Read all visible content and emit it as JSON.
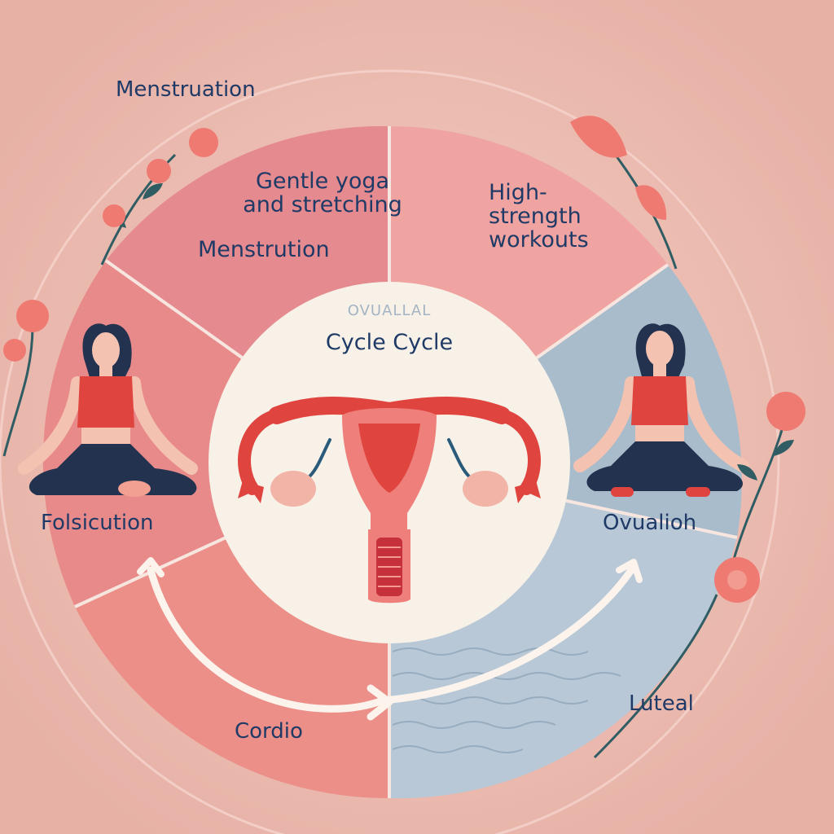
{
  "diagram": {
    "title_faded": "OVUALLAL",
    "title": "Cycle Cycle",
    "labels": {
      "menstruation_outer": "Menstruation",
      "menstruation_inner": "Menstrution",
      "follicular": "Folsicution",
      "ovulation": "Ovualioh",
      "luteal": "Luteal"
    },
    "activities": {
      "yoga_line1": "Gentle yoga",
      "yoga_line2": "and stretching",
      "strength_line1": "High-",
      "strength_line2": "strength",
      "strength_line3": "workouts",
      "cardio": "Cordio"
    },
    "colors": {
      "background": "#ebb9ae",
      "pink_top": "#e58a8e",
      "pink_light": "#f0a4a2",
      "pink_left": "#e98a8a",
      "pink_bottom": "#ec8f88",
      "blue": "#a9bccb",
      "blue_light": "#b8c8d6",
      "center": "#f8f1e8",
      "uterus_red": "#e0443f",
      "text": "#1f3a66"
    }
  }
}
